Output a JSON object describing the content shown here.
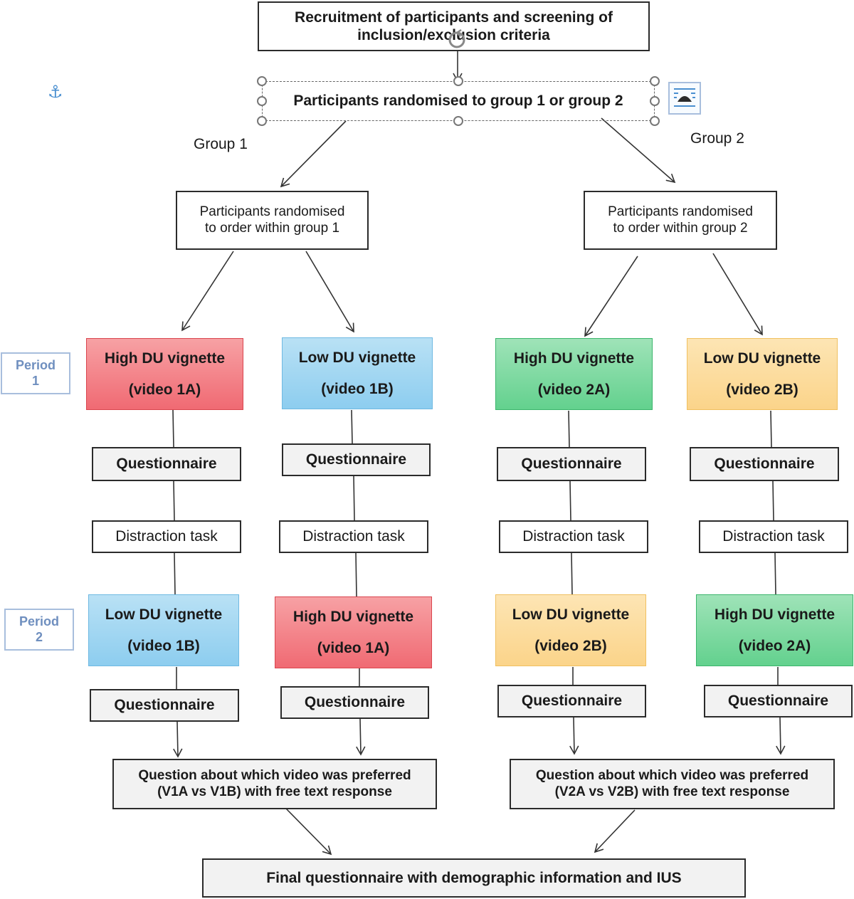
{
  "top": {
    "recruit_line1": "Recruitment of participants and screening of",
    "recruit_line2": "inclusion/exclusion criteria",
    "randomise": "Participants randomised to group 1 or group 2"
  },
  "groups": {
    "group1_label": "Group 1",
    "group2_label": "Group 2",
    "order1_line1": "Participants randomised",
    "order1_line2": "to order within group 1",
    "order2_line1": "Participants randomised",
    "order2_line2": "to order within group 2"
  },
  "periods": {
    "p1_word": "Period",
    "p1_num": "1",
    "p2_word": "Period",
    "p2_num": "2"
  },
  "columns": [
    {
      "v1_title": "High DU vignette",
      "v1_sub": "(video 1A)",
      "v1_color": "#f06a73",
      "q1": "Questionnaire",
      "distraction": "Distraction task",
      "v2_title": "Low DU vignette",
      "v2_sub": "(video 1B)",
      "v2_color": "#8dcdef",
      "q2": "Questionnaire"
    },
    {
      "v1_title": "Low DU vignette",
      "v1_sub": "(video 1B)",
      "v1_color": "#8dcdef",
      "q1": "Questionnaire",
      "distraction": "Distraction task",
      "v2_title": "High DU vignette",
      "v2_sub": "(video 1A)",
      "v2_color": "#f06a73",
      "q2": "Questionnaire"
    },
    {
      "v1_title": "High DU vignette",
      "v1_sub": "(video 2A)",
      "v1_color": "#63d18e",
      "q1": "Questionnaire",
      "distraction": "Distraction task",
      "v2_title": "Low DU vignette",
      "v2_sub": "(video 2B)",
      "v2_color": "#fbd48a",
      "q2": "Questionnaire"
    },
    {
      "v1_title": "Low DU vignette",
      "v1_sub": "(video 2B)",
      "v1_color": "#fbd48a",
      "q1": "Questionnaire",
      "distraction": "Distraction task",
      "v2_title": "High DU vignette",
      "v2_sub": "(video 2A)",
      "v2_color": "#63d18e",
      "q2": "Questionnaire"
    }
  ],
  "preference": {
    "g1_line1": "Question about which video was preferred",
    "g1_line2": "(V1A vs V1B) with free text response",
    "g2_line1": "Question about which video was preferred",
    "g2_line2": "(V2A vs V2B) with free text response"
  },
  "final": "Final questionnaire with demographic information and IUS",
  "icons": {
    "anchor": "anchor-icon",
    "layout_options": "layout-options-icon",
    "rotate_handle": "rotate-handle-icon"
  }
}
